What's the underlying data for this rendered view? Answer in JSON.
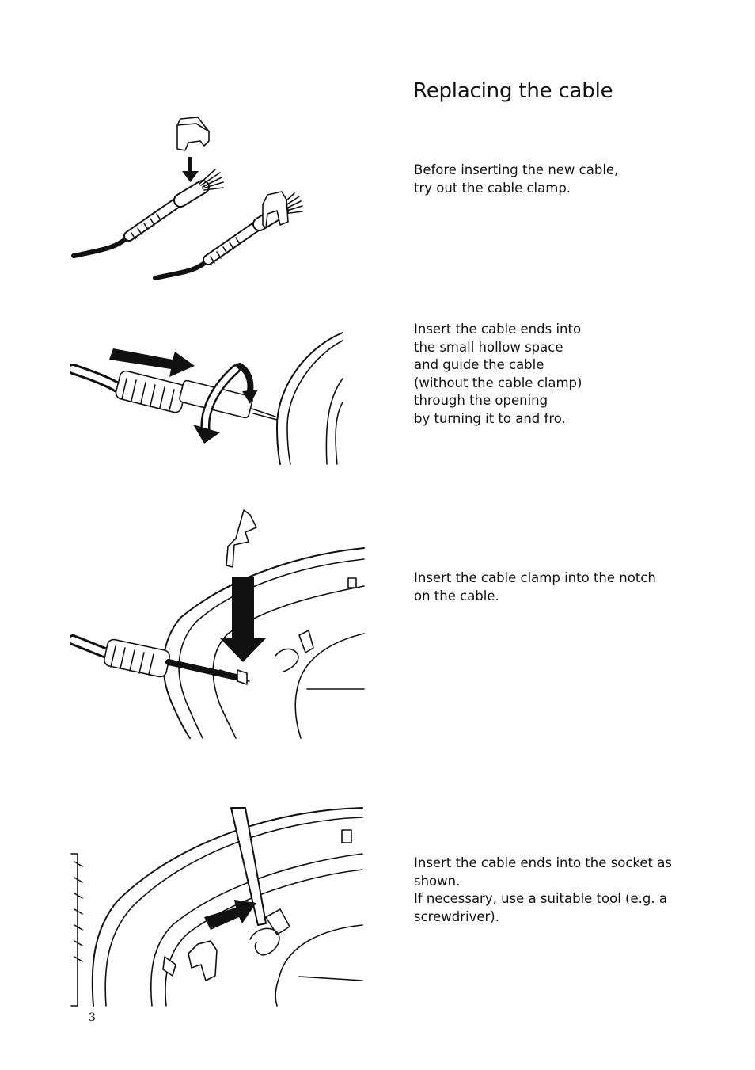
{
  "page": {
    "title": "Replacing the cable",
    "page_number": "3"
  },
  "steps": [
    {
      "text": "Before inserting the new cable,\ntry out the cable clamp."
    },
    {
      "text": "Insert the cable ends into\nthe small hollow space\nand guide the cable\n(without the cable clamp)\nthrough the opening\nby turning it to and fro."
    },
    {
      "text": "Insert the cable clamp into the notch\non the cable."
    },
    {
      "text": "Insert the cable ends into the socket as\nshown.\nIf necessary, use a suitable tool (e.g. a\nscrewdriver)."
    }
  ]
}
